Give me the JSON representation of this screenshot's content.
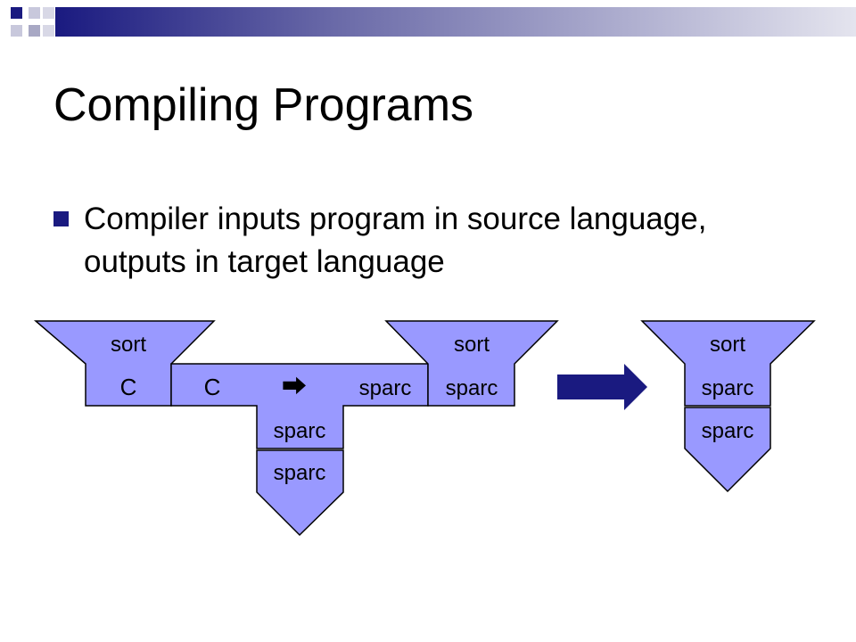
{
  "slide": {
    "title": "Compiling Programs",
    "bullets": [
      "Compiler inputs program in source language, outputs in target language"
    ]
  },
  "colors": {
    "shape_fill": "#9999ff",
    "accent_navy": "#1a1a80",
    "header_gray": "#b8b8c8"
  },
  "diagram": {
    "program_tombstone": {
      "name": "sort",
      "language": "C"
    },
    "compiler_tee": {
      "source": "C",
      "target": "sparc",
      "implementation": "sparc",
      "arrow_glyph": "⮕"
    },
    "compiler_machine": {
      "label": "sparc"
    },
    "output_tombstone": {
      "name": "sort",
      "language": "sparc"
    },
    "result_tombstone": {
      "name": "sort",
      "language": "sparc"
    },
    "result_machine": {
      "label": "sparc"
    }
  }
}
